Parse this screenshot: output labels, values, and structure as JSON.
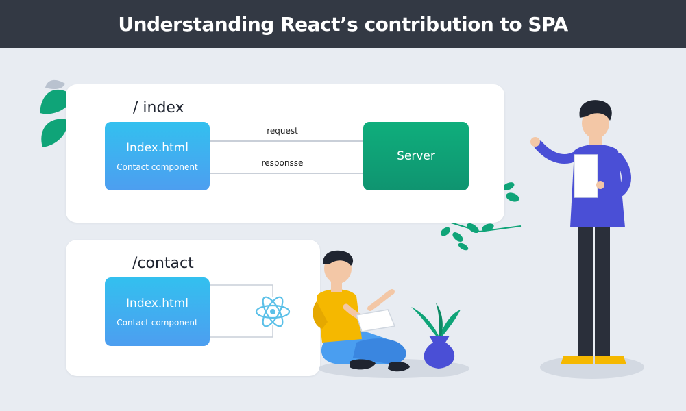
{
  "header": {
    "title": "Understanding React’s contribution to SPA"
  },
  "routes": [
    {
      "path": "/ index",
      "page_box": {
        "title": "Index.html",
        "subtitle": "Contact component"
      },
      "arrows": [
        {
          "label": "request"
        },
        {
          "label": "responsse"
        }
      ],
      "server_box": {
        "label": "Server"
      }
    },
    {
      "path": "/contact",
      "page_box": {
        "title": "Index.html",
        "subtitle": "Contact component"
      },
      "react_icon": "react-logo-icon"
    }
  ],
  "colors": {
    "header_bg": "#333944",
    "page_box": "#3fb0f0",
    "server_box": "#0fa478",
    "react_logo": "#5bc0e8",
    "shirt_left": "#f5b800",
    "shirt_right": "#4a4fd6",
    "leaves": "#0fa478",
    "vase": "#4a4fd6"
  }
}
